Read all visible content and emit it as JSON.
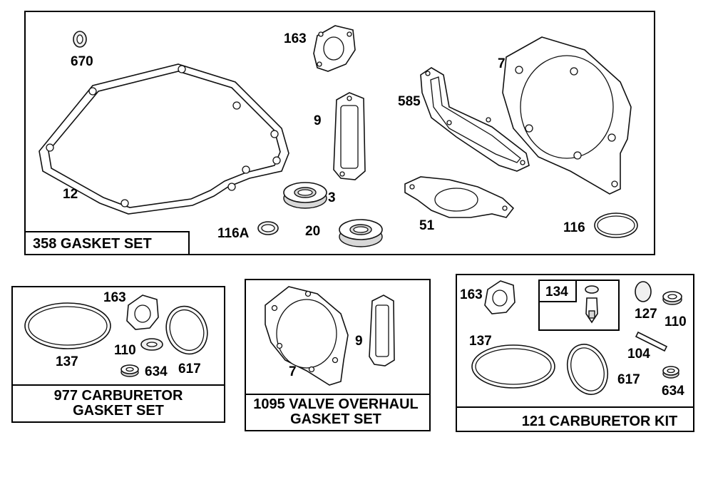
{
  "panels": {
    "main": {
      "title": "358 GASKET SET",
      "labels": {
        "p670": "670",
        "p163": "163",
        "p7": "7",
        "p585": "585",
        "p9": "9",
        "p12": "12",
        "p3": "3",
        "p51": "51",
        "p116A": "116A",
        "p20": "20",
        "p116": "116"
      }
    },
    "carb_gasket": {
      "title_line1": "977 CARBURETOR",
      "title_line2": "GASKET SET",
      "labels": {
        "p163": "163",
        "p137": "137",
        "p110": "110",
        "p634": "634",
        "p617": "617"
      }
    },
    "valve": {
      "title_line1": "1095 VALVE OVERHAUL",
      "title_line2": "GASKET SET",
      "labels": {
        "p7": "7",
        "p9": "9"
      }
    },
    "carb_kit": {
      "title": "121 CARBURETOR KIT",
      "labels": {
        "p163": "163",
        "p134": "134",
        "p127": "127",
        "p110": "110",
        "p137": "137",
        "p104": "104",
        "p617": "617",
        "p634": "634"
      }
    }
  }
}
